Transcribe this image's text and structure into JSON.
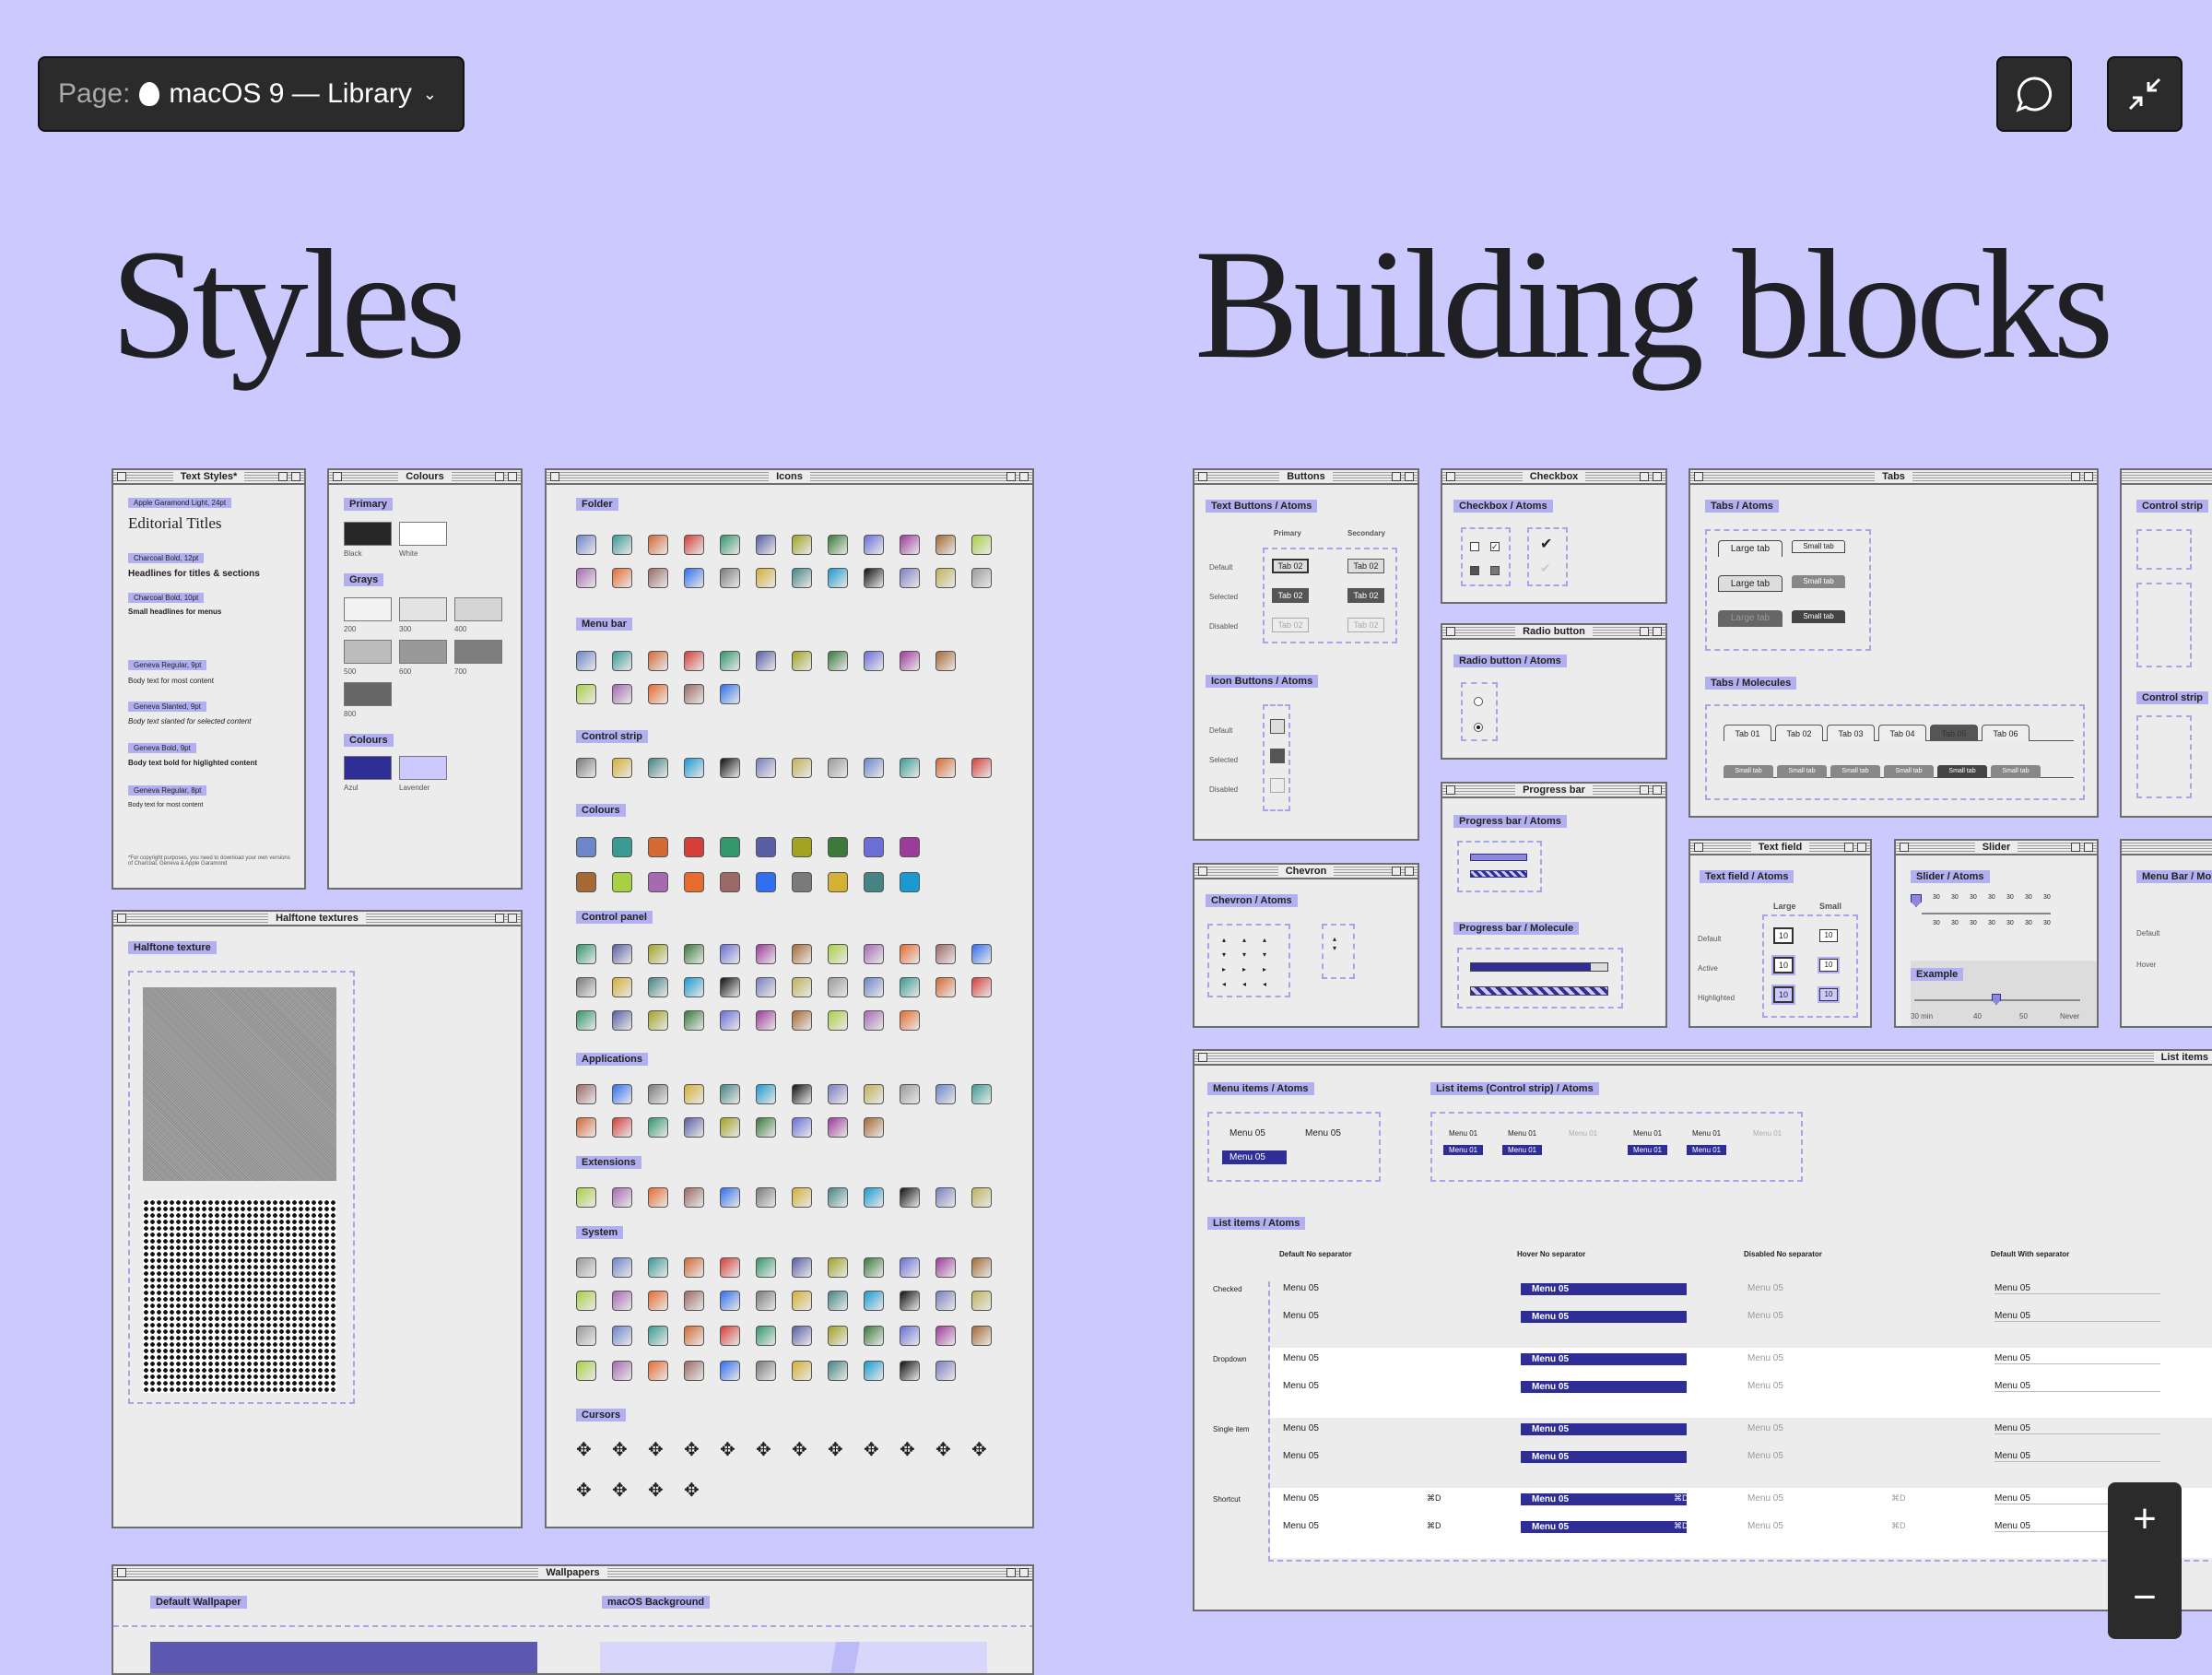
{
  "page_picker": {
    "prefix": "Page:",
    "name": "macOS 9 — Library"
  },
  "toolbar": {
    "comment_icon": "speech-bubble-icon",
    "collapse_icon": "collapse-arrows-icon"
  },
  "headings": {
    "styles": "Styles",
    "building_blocks": "Building blocks"
  },
  "windows": {
    "text_styles": {
      "title": "Text Styles*",
      "labels": [
        "Apple Garamond Light, 24pt",
        "Charcoal Bold, 12pt",
        "Charcoal Bold, 10pt",
        "Geneva Regular, 9pt",
        "Geneva Slanted, 9pt",
        "Geneva Bold, 9pt",
        "Geneva Regular, 8pt"
      ],
      "samples": [
        "Editorial Titles",
        "Headlines for titles & sections",
        "Small headlines for menus",
        "Body text for most content",
        "Body text slanted for selected content",
        "Body text bold for higlighted content",
        "Body text for most content"
      ],
      "footnote": "*For copyright purposes, you need to download your own versions of Charcoal, Geneva & Apple Garamond"
    },
    "colours": {
      "title": "Colours",
      "primary": "Primary",
      "black": "Black",
      "white": "White",
      "grays": "Grays",
      "gray_names": [
        "200",
        "300",
        "400",
        "500",
        "600",
        "700",
        "800"
      ],
      "colours": "Colours",
      "azul": "Azul",
      "lavender": "Lavender"
    },
    "icons": {
      "title": "Icons",
      "sections": [
        "Folder",
        "Menu bar",
        "Control strip",
        "Colours",
        "Control panel",
        "Applications",
        "Extensions",
        "System",
        "Cursors"
      ]
    },
    "halftone": {
      "title": "Halftone textures",
      "label": "Halftone texture"
    },
    "wallpapers": {
      "title": "Wallpapers",
      "default": "Default Wallpaper",
      "background": "macOS Background"
    },
    "buttons": {
      "title": "Buttons",
      "text_buttons": "Text Buttons / Atoms",
      "primary": "Primary",
      "secondary": "Secondary",
      "states": [
        "Default",
        "Selected",
        "Disabled"
      ],
      "tab": "Tab 02",
      "icon_buttons": "Icon Buttons / Atoms"
    },
    "checkbox": {
      "title": "Checkbox",
      "label": "Checkbox / Atoms"
    },
    "radio": {
      "title": "Radio button",
      "label": "Radio button / Atoms"
    },
    "progress": {
      "title": "Progress bar",
      "atoms": "Progress bar / Atoms",
      "molecule": "Progress bar / Molecule"
    },
    "chevron": {
      "title": "Chevron",
      "label": "Chevron / Atoms"
    },
    "tabs": {
      "title": "Tabs",
      "atoms": "Tabs / Atoms",
      "molecules": "Tabs / Molecules",
      "large": "Large tab",
      "small": "Small tab",
      "tab_names": [
        "Tab 01",
        "Tab 02",
        "Tab 03",
        "Tab 04",
        "Tab 05",
        "Tab 06"
      ]
    },
    "text_field": {
      "title": "Text field",
      "label": "Text field / Atoms",
      "large": "Large",
      "small": "Small",
      "states": [
        "Default",
        "Active",
        "Highlighted"
      ],
      "value": "10"
    },
    "slider": {
      "title": "Slider",
      "label": "Slider / Atoms",
      "example": "Example",
      "ticks": "30",
      "scale": [
        "30 min",
        "40",
        "50",
        "Never"
      ]
    },
    "control_strip": {
      "label": "Control strip"
    },
    "menu_bar": {
      "label": "Menu Bar / Mo",
      "states": [
        "Default",
        "Hover"
      ]
    },
    "list_items": {
      "title": "List items",
      "menu_atoms": "Menu items / Atoms",
      "cs_atoms": "List items (Control strip) / Atoms",
      "list_atoms": "List items / Atoms",
      "item": "Menu 05",
      "cs_item": "Menu 01",
      "shortcut": "⌘D",
      "columns": [
        "Default No separator",
        "Hover No separator",
        "Disabled No separator",
        "Default With separator"
      ],
      "rows": [
        "Checked",
        "Dropdown",
        "Single item",
        "Shortcut"
      ]
    }
  },
  "zoom": {
    "plus": "+",
    "minus": "−"
  },
  "colors": {
    "bg": "#cbc9fd",
    "azul": "#2f2d96",
    "lavender": "#cbc9fd"
  }
}
